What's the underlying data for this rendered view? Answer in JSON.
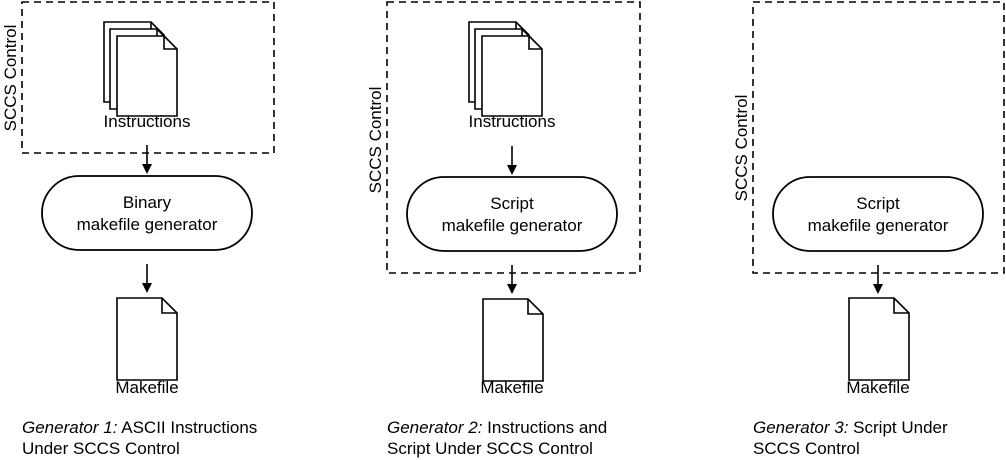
{
  "generators": [
    {
      "sccs_label": "SCCS Control",
      "instructions_label": "Instructions",
      "generator_line1": "Binary",
      "generator_line2": "makefile generator",
      "output_label": "Makefile",
      "caption_prefix": "Generator 1:",
      "caption_rest": " ASCII Instructions",
      "caption_line2": "Under SCCS Control"
    },
    {
      "sccs_label": "SCCS Control",
      "instructions_label": "Instructions",
      "generator_line1": "Script",
      "generator_line2": "makefile generator",
      "output_label": "Makefile",
      "caption_prefix": "Generator 2:",
      "caption_rest": " Instructions and",
      "caption_line2": "Script Under SCCS Control"
    },
    {
      "sccs_label": "SCCS Control",
      "generator_line1": "Script",
      "generator_line2": "makefile generator",
      "output_label": "Makefile",
      "caption_prefix": "Generator 3:",
      "caption_rest": " Script Under",
      "caption_line2": "SCCS Control"
    }
  ]
}
